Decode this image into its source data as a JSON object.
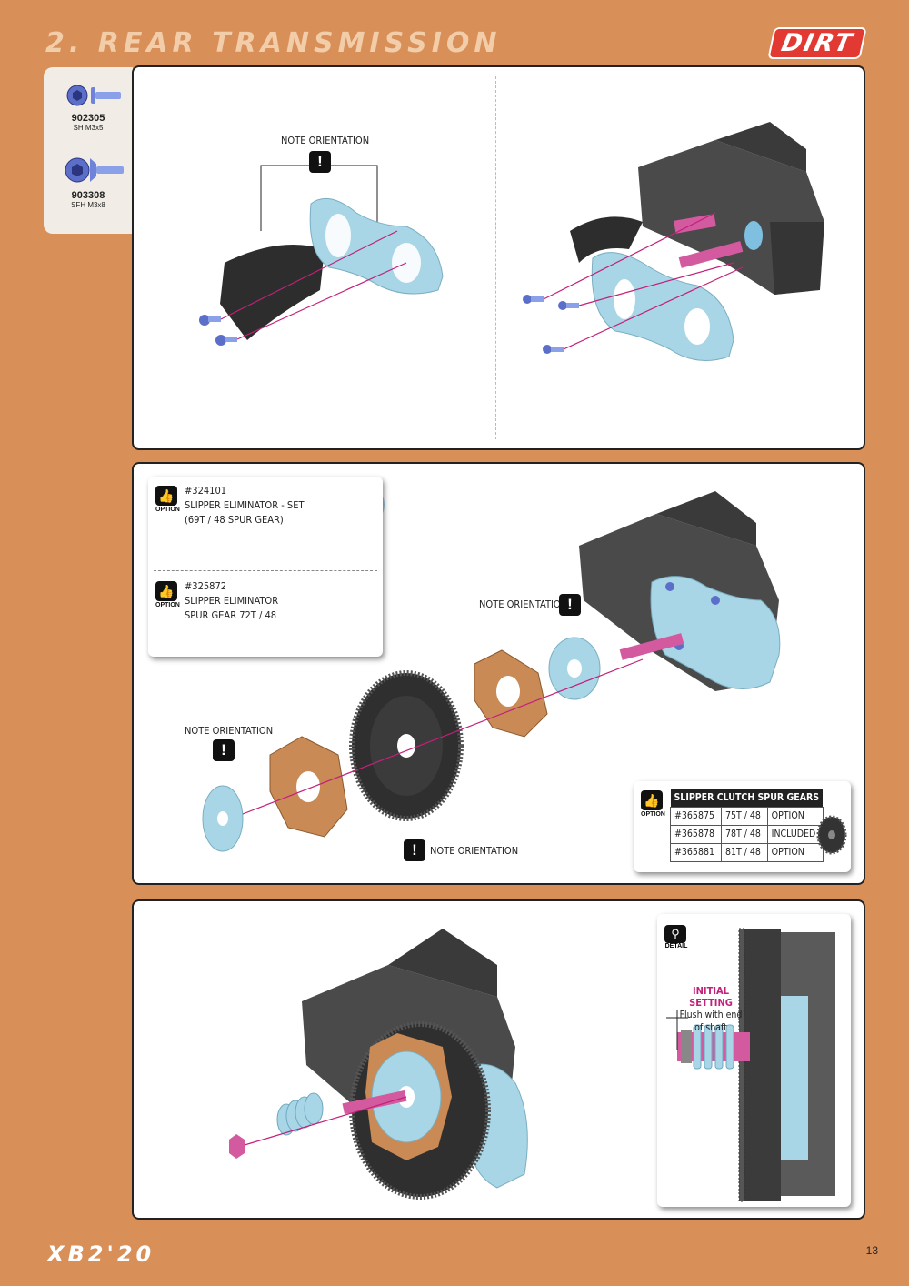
{
  "header": {
    "title": "2. REAR TRANSMISSION",
    "brand": "DIRT"
  },
  "sidebar": {
    "screws": [
      {
        "code": "902305",
        "size": "SH M3x5"
      },
      {
        "code": "903308",
        "size": "SFH M3x8"
      }
    ]
  },
  "notes": {
    "orientation": "NOTE ORIENTATION",
    "warning_symbol": "!"
  },
  "options": {
    "label": "OPTION",
    "item1": {
      "part": "#324101",
      "line1": "SLIPPER ELIMINATOR - SET",
      "line2": "(69T / 48 SPUR GEAR)"
    },
    "item2": {
      "part": "#325872",
      "line1": "SLIPPER ELIMINATOR",
      "line2": "SPUR GEAR 72T / 48"
    }
  },
  "spur_table": {
    "title": "SLIPPER CLUTCH SPUR GEARS",
    "rows": [
      {
        "part": "#365875",
        "size": "75T / 48",
        "status": "OPTION"
      },
      {
        "part": "#365878",
        "size": "78T / 48",
        "status": "INCLUDED"
      },
      {
        "part": "#365881",
        "size": "81T / 48",
        "status": "OPTION"
      }
    ]
  },
  "detail": {
    "label": "DETAIL",
    "title": "INITIAL SETTING",
    "text1": "Flush with end",
    "text2": "of shaft"
  },
  "footer": {
    "model": "XB2'20",
    "page": "13"
  },
  "colors": {
    "background": "#d98f58",
    "accent": "#c2217a",
    "brand": "#e23a33",
    "part_blue": "#a8d6e6",
    "pad": "#c98a55"
  }
}
